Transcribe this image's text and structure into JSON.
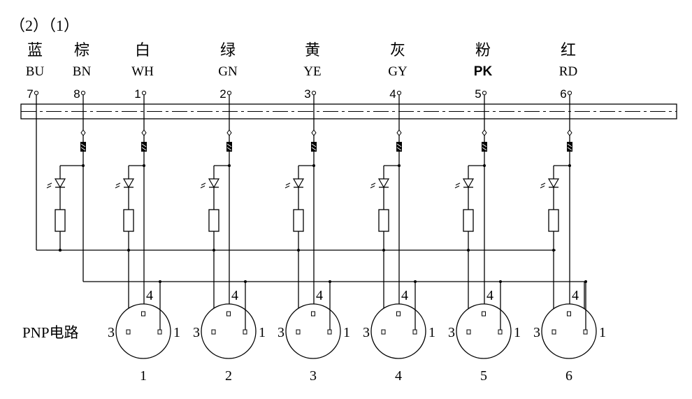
{
  "header_note": "（2）（1）",
  "circuit_label": "PNP电路",
  "wires": [
    {
      "cn": "蓝",
      "code": "BU",
      "pin": "7"
    },
    {
      "cn": "棕",
      "code": "BN",
      "pin": "8"
    },
    {
      "cn": "白",
      "code": "WH",
      "pin": "1"
    },
    {
      "cn": "绿",
      "code": "GN",
      "pin": "2"
    },
    {
      "cn": "黄",
      "code": "YE",
      "pin": "3"
    },
    {
      "cn": "灰",
      "code": "GY",
      "pin": "4"
    },
    {
      "cn": "粉",
      "code": "PK",
      "pin": "5"
    },
    {
      "cn": "红",
      "code": "RD",
      "pin": "6"
    }
  ],
  "connectors": [
    {
      "number": "1",
      "pin_top": "4",
      "pin_left": "3",
      "pin_right": "1"
    },
    {
      "number": "2",
      "pin_top": "4",
      "pin_left": "3",
      "pin_right": "1"
    },
    {
      "number": "3",
      "pin_top": "4",
      "pin_left": "3",
      "pin_right": "1"
    },
    {
      "number": "4",
      "pin_top": "4",
      "pin_left": "3",
      "pin_right": "1"
    },
    {
      "number": "5",
      "pin_top": "4",
      "pin_left": "3",
      "pin_right": "1"
    },
    {
      "number": "6",
      "pin_top": "4",
      "pin_left": "3",
      "pin_right": "1"
    }
  ]
}
